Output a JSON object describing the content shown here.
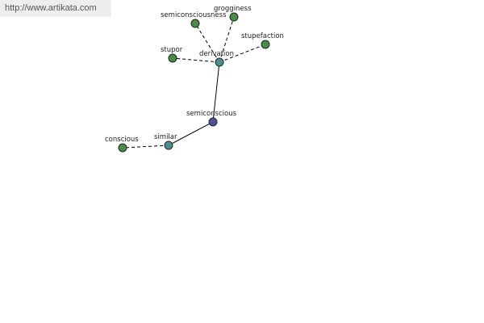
{
  "source_link": "http://www.artikata.com",
  "colors": {
    "center": "#4f4f9a",
    "hub": "#4d8f8c",
    "leaf": "#4a8a4a",
    "url_bar_bg": "#eeeeee"
  },
  "nodes": [
    {
      "id": "semiconscious",
      "label": "semiconscious",
      "kind": "center"
    },
    {
      "id": "derivation",
      "label": "derivation",
      "kind": "hub"
    },
    {
      "id": "similar",
      "label": "similar",
      "kind": "hub"
    },
    {
      "id": "conscious",
      "label": "conscious",
      "kind": "leaf"
    },
    {
      "id": "stupor",
      "label": "stupor",
      "kind": "leaf"
    },
    {
      "id": "semiconsciousness",
      "label": "semiconsciousness",
      "kind": "leaf"
    },
    {
      "id": "grogginess",
      "label": "grogginess",
      "kind": "leaf"
    },
    {
      "id": "stupefaction",
      "label": "stupefaction",
      "kind": "leaf"
    }
  ],
  "edges": [
    {
      "from": "semiconscious",
      "to": "derivation",
      "style": "solid"
    },
    {
      "from": "semiconscious",
      "to": "similar",
      "style": "solid"
    },
    {
      "from": "similar",
      "to": "conscious",
      "style": "dashed"
    },
    {
      "from": "derivation",
      "to": "stupor",
      "style": "dashed"
    },
    {
      "from": "derivation",
      "to": "semiconsciousness",
      "style": "dashed"
    },
    {
      "from": "derivation",
      "to": "grogginess",
      "style": "dashed"
    },
    {
      "from": "derivation",
      "to": "stupefaction",
      "style": "dashed"
    }
  ]
}
